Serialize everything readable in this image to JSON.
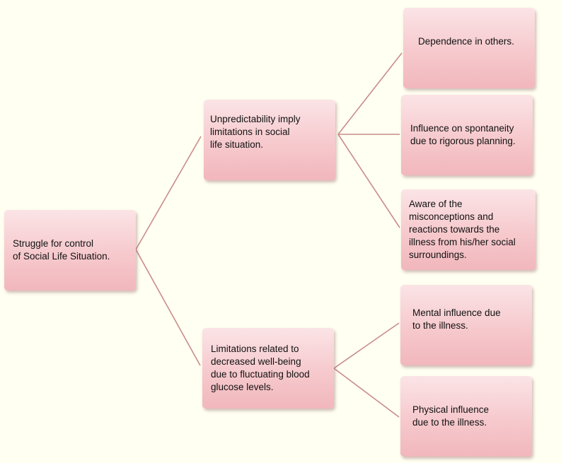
{
  "diagram": {
    "root": {
      "label": "Struggle for control\nof Social Life Situation."
    },
    "branches": [
      {
        "label": "Unpredictability imply\nlimitations in social\nlife situation.",
        "children": [
          {
            "label": "Dependence in others."
          },
          {
            "label": "Influence on spontaneity\ndue to rigorous planning."
          },
          {
            "label": "Aware of the\nmisconceptions and\nreactions towards the\nillness from his/her social\nsurroundings."
          }
        ]
      },
      {
        "label": "Limitations related to\ndecreased well-being\ndue to fluctuating blood\nglucose levels.",
        "children": [
          {
            "label": "Mental influence due\nto the illness."
          },
          {
            "label": "Physical influence\ndue to the illness."
          }
        ]
      }
    ],
    "colors": {
      "background": "#fffff2",
      "connector": "#c98c88",
      "box_top": "#fbe4e6",
      "box_bottom": "#f1b7bc"
    }
  }
}
